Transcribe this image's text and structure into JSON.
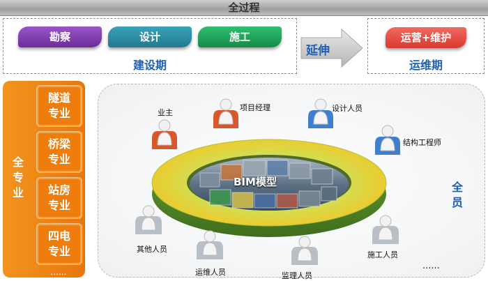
{
  "banner": {
    "title": "全过程"
  },
  "construction": {
    "buttons": [
      {
        "label": "勘察",
        "color": "#7b3aa6"
      },
      {
        "label": "设计",
        "color": "#2a8aa0"
      },
      {
        "label": "施工",
        "color": "#1fa05a"
      }
    ],
    "phase_label": "建设期"
  },
  "transition": {
    "label": "延伸"
  },
  "operation": {
    "button": {
      "label": "运营+维护",
      "color": "#e8483f"
    },
    "phase_label": "运维期"
  },
  "disciplines": {
    "title": "全专业",
    "items": [
      "隧道专业",
      "桥梁专业",
      "站房专业",
      "四电专业"
    ],
    "more": "......",
    "color": "#ef7d0d"
  },
  "collaboration": {
    "center_label": "BIM模型",
    "roles": [
      "业主",
      "项目经理",
      "设计人员",
      "结构工程师",
      "其他人员",
      "运维人员",
      "监理人员",
      "施工人员"
    ],
    "side_label": "全员",
    "more": "......"
  }
}
